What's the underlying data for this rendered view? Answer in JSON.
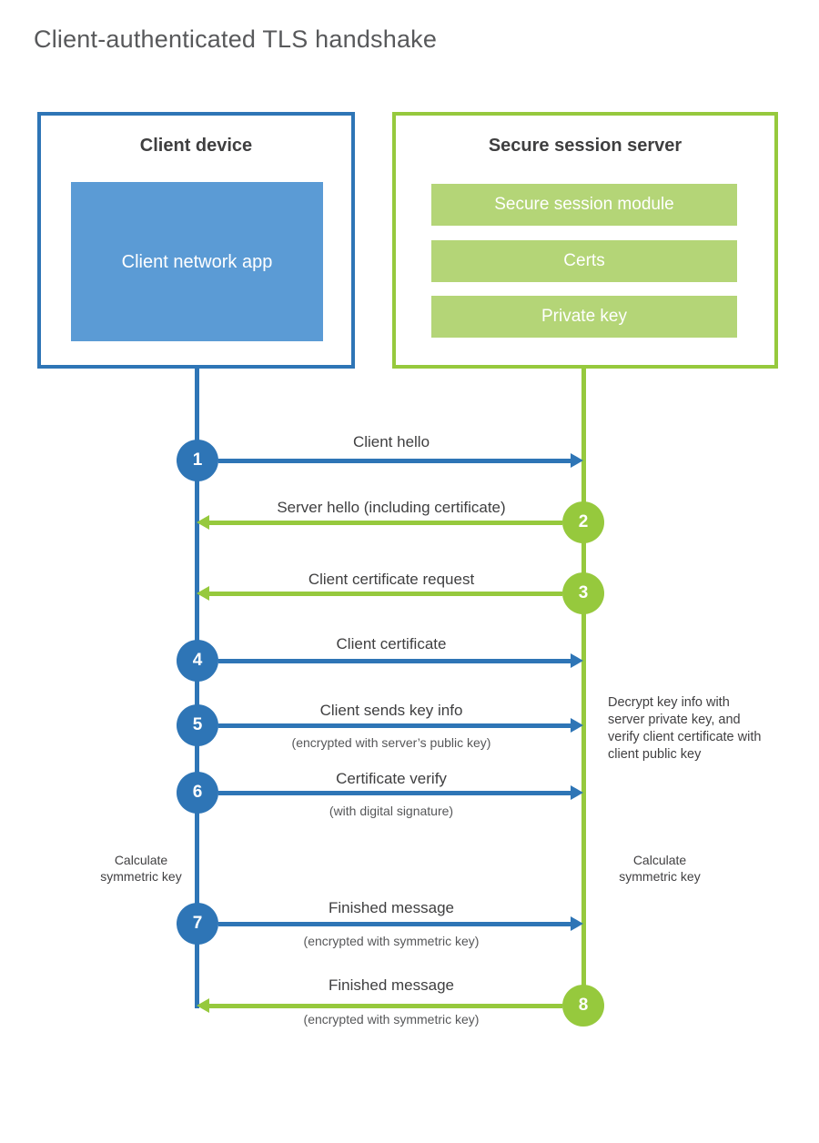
{
  "title": "Client-authenticated TLS handshake",
  "colors": {
    "blue": "#2e75b6",
    "blue_light": "#5b9bd5",
    "green": "#96c93d",
    "green_light": "#b4d577"
  },
  "client_box": {
    "title": "Client device",
    "app_label": "Client network app"
  },
  "server_box": {
    "title": "Secure session server",
    "modules": [
      "Secure session module",
      "Certs",
      "Private key"
    ]
  },
  "steps": [
    {
      "number": "1",
      "label": "Client hello",
      "sublabel": "",
      "direction": "right"
    },
    {
      "number": "2",
      "label": "Server hello (including certificate)",
      "sublabel": "",
      "direction": "left"
    },
    {
      "number": "3",
      "label": "Client certificate request",
      "sublabel": "",
      "direction": "left"
    },
    {
      "number": "4",
      "label": "Client certificate",
      "sublabel": "",
      "direction": "right"
    },
    {
      "number": "5",
      "label": "Client sends key info",
      "sublabel": "(encrypted with server’s public key)",
      "direction": "right"
    },
    {
      "number": "6",
      "label": "Certificate verify",
      "sublabel": "(with digital signature)",
      "direction": "right"
    },
    {
      "number": "7",
      "label": "Finished message",
      "sublabel": "(encrypted with symmetric key)",
      "direction": "right"
    },
    {
      "number": "8",
      "label": "Finished message",
      "sublabel": "(encrypted with symmetric key)",
      "direction": "left"
    }
  ],
  "notes": {
    "server_decrypt": "Decrypt key info with server private key, and verify client certificate with client public key",
    "client_calculate": "Calculate symmetric key",
    "server_calculate": "Calculate symmetric key"
  }
}
